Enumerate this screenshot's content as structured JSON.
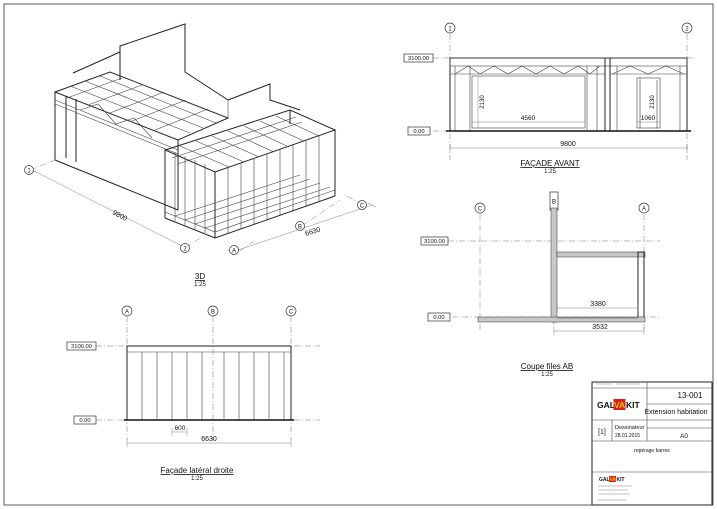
{
  "views": {
    "iso": {
      "title": "3D",
      "scale": "1:25",
      "dim_long": "9800",
      "dim_short": "6630",
      "axes": [
        "1",
        "2",
        "A",
        "B",
        "C"
      ]
    },
    "front": {
      "title": "FAÇADE AVANT",
      "scale": "1:25",
      "axes": [
        "1",
        "2"
      ],
      "level_top": "3100.00",
      "level_base": "0.00",
      "dim_total": "9800",
      "dim_opening": "4560",
      "dim_door": "1060",
      "dim_height_left": "2130",
      "dim_height_right": "2130"
    },
    "section": {
      "title": "Coupe files AB",
      "scale": "1:25",
      "axes": [
        "C",
        "B",
        "A"
      ],
      "level_top": "3100.00",
      "level_base": "0.00",
      "dim_inner": "3380",
      "dim_outer": "3532"
    },
    "side": {
      "title": "Façade latéral droite",
      "scale": "1:25",
      "axes": [
        "A",
        "B",
        "C"
      ],
      "level_top": "3100.00",
      "level_base": "0.00",
      "dim_module": "600",
      "dim_total": "6630"
    }
  },
  "title_block": {
    "logo_left": "GAL",
    "logo_mid": "VA",
    "logo_right": "KIT",
    "drawing_number": "13-001",
    "project": "Extension habitation",
    "revision": "[1]",
    "drawn_by": "Dessinateur",
    "date": "28.01.2015",
    "format": "A0",
    "description": "repérage barres"
  },
  "colors": {
    "line": "#222222",
    "logo_red": "#d81e1e",
    "logo_yellow": "#f2c200"
  }
}
